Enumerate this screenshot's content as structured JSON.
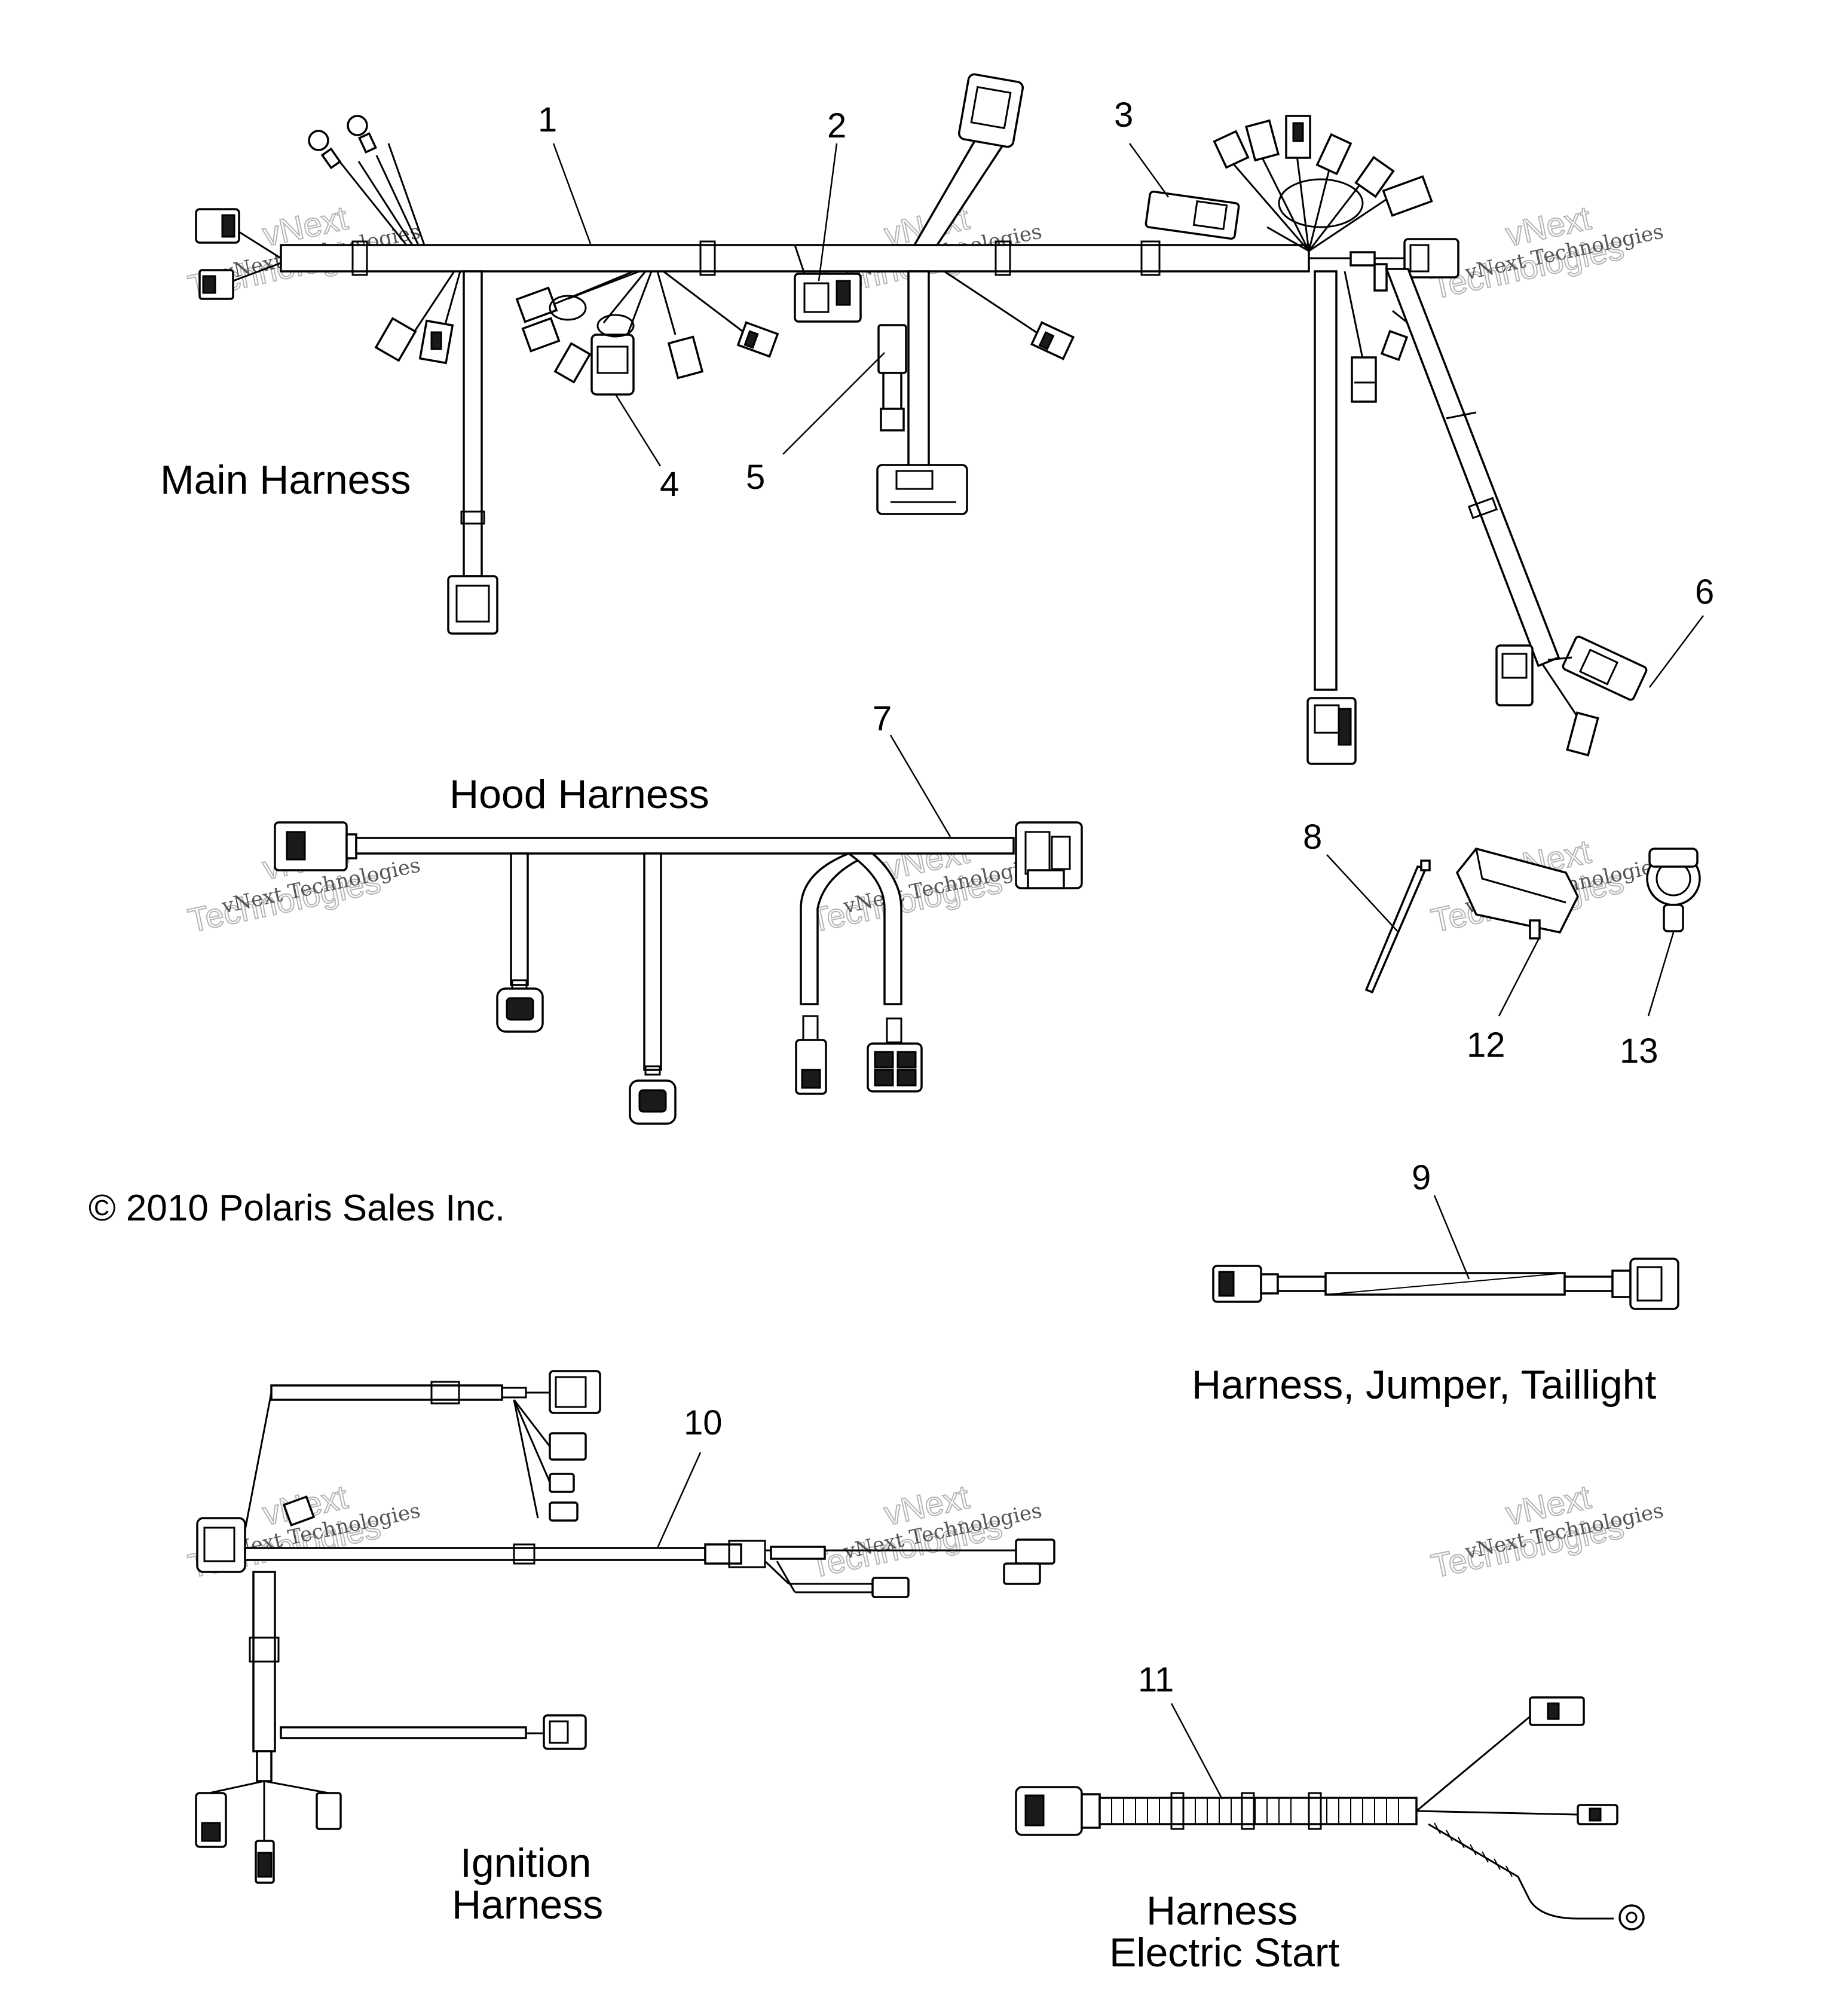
{
  "labels": {
    "main_harness": "Main Harness",
    "hood_harness": "Hood Harness",
    "jumper_taillight": "Harness, Jumper, Taillight",
    "ignition_line1": "Ignition",
    "ignition_line2": "Harness",
    "electric_start_line1": "Harness",
    "electric_start_line2": "Electric Start",
    "copyright": "© 2010 Polaris Sales Inc."
  },
  "callouts": [
    "1",
    "2",
    "3",
    "4",
    "5",
    "6",
    "7",
    "8",
    "9",
    "10",
    "11",
    "12",
    "13"
  ],
  "watermark": {
    "line1": "vNext",
    "line2": "Technologies",
    "combined": "vNext Technologies"
  }
}
